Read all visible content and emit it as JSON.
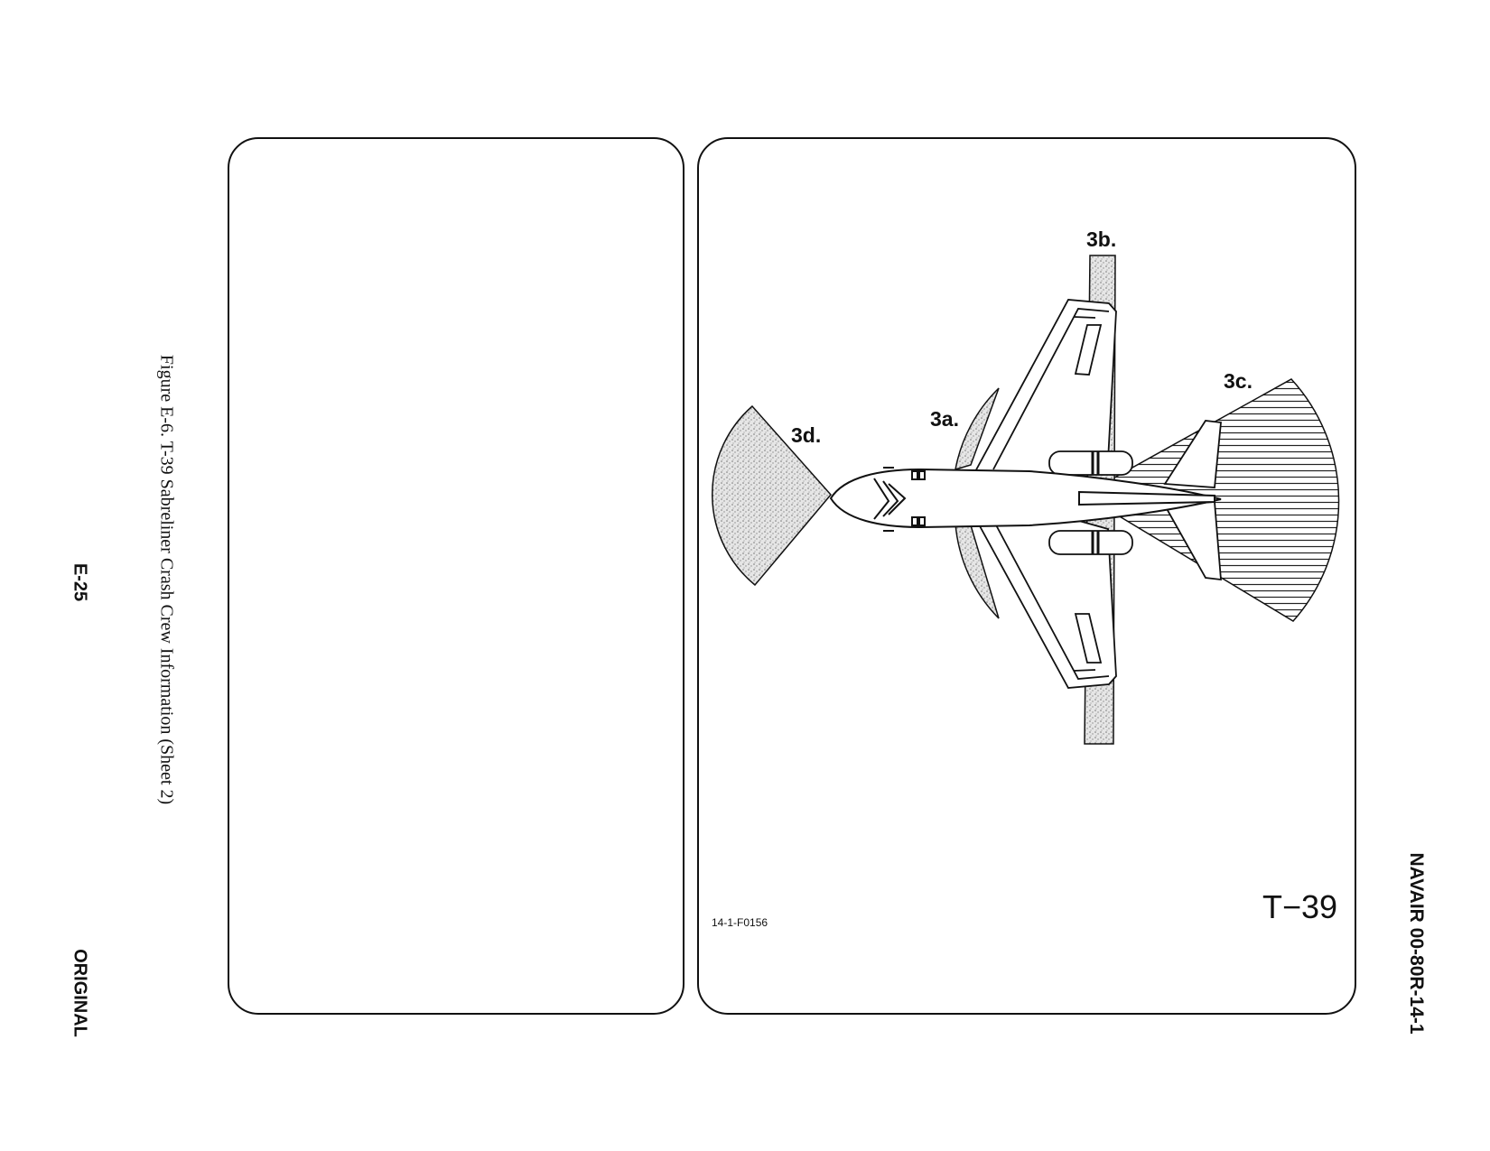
{
  "page": {
    "page_number": "E-25",
    "edition": "ORIGINAL",
    "figure_caption": "Figure E-6.  T-39 Sabreliner Crash Crew Information (Sheet 2)",
    "document_id": "NAVAIR 00-80R-14-1"
  },
  "figure": {
    "drawing_code": "14-1-F0156",
    "aircraft_model": "T−39",
    "zones": {
      "a": "3a.",
      "b": "3b.",
      "c": "3c.",
      "d": "3d."
    }
  }
}
